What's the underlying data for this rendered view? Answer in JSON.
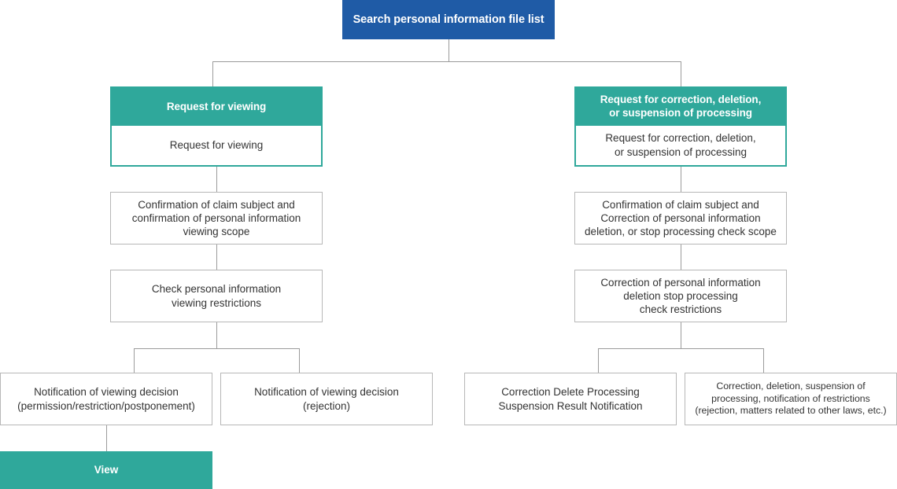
{
  "diagram": {
    "title_node": {
      "label": "Search personal information file list"
    },
    "left_branch": {
      "card": {
        "header": "Request for viewing",
        "body": "Request for viewing"
      },
      "steps": [
        "Confirmation of claim subject and\nconfirmation of personal information\nviewing scope",
        "Check personal information\nviewing restrictions"
      ],
      "outcomes": [
        "Notification of viewing decision\n(permission/restriction/postponement)",
        "Notification of viewing decision\n(rejection)"
      ],
      "terminal": "View"
    },
    "right_branch": {
      "card": {
        "header": "Request for correction, deletion,\nor suspension of processing",
        "body": "Request for correction, deletion,\nor suspension of processing"
      },
      "steps": [
        "Confirmation of claim subject and\nCorrection of  personal information\ndeletion, or stop processing  check scope",
        "Correction of personal information\ndeletion stop processing\ncheck restrictions"
      ],
      "outcomes": [
        "Correction Delete Processing\nSuspension Result Notification",
        "Correction, deletion, suspension of\nprocessing, notification of restrictions\n(rejection, matters related to other laws, etc.)"
      ]
    },
    "colors": {
      "title_blue": "#1f5ba6",
      "accent_teal": "#2fa89b",
      "box_border": "#b7b7b7",
      "connector": "#9b9b9b",
      "text": "#333333"
    }
  }
}
